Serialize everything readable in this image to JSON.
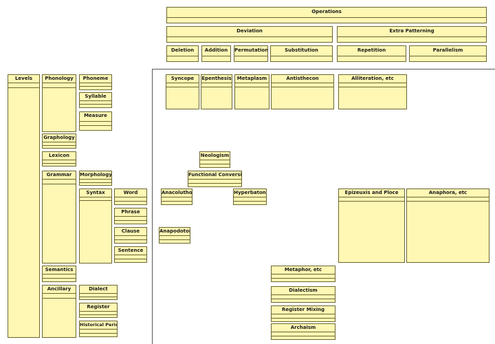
{
  "operations": {
    "title": "Operations",
    "groups": {
      "deviation": "Deviation",
      "extra_patterning": "Extra Patterning"
    },
    "deviation_items": [
      "Deletion",
      "Addition",
      "Permutation",
      "Substitution"
    ],
    "extra_patterning_items": [
      "Repetition",
      "Parallelism"
    ]
  },
  "levels": {
    "title": "Levels",
    "phonology": "Phonology",
    "phoneme": "Phoneme",
    "syllable": "Syllable",
    "measure": "Measure",
    "graphology": "Graphology",
    "lexicon": "Lexicon",
    "grammar": "Grammar",
    "morphology": "Morphology",
    "syntax": "Syntax",
    "word": "Word",
    "phrase": "Phrase",
    "clause": "Clause",
    "sentence": "Sentence",
    "semantics": "Semantics",
    "ancillary": "Ancillary",
    "dialect": "Dialect",
    "register": "Register",
    "historical_period": "Historical Period"
  },
  "figures": {
    "syncope": "Syncope",
    "epenthesis": "Epenthesis",
    "metaplasm": "Metaplasm",
    "antisthecon": "Antisthecon",
    "alliteration": "Alliteration, etc",
    "neologism": "Neologism",
    "functional_conversion": "Functional Conversion",
    "anacoluthon": "Anacoluthon",
    "hyperbaton": "Hyperbaton",
    "epizeuxis": "Epizeuxis and Ploce",
    "anaphora": "Anaphora, etc",
    "anapodoton": "Anapodoton",
    "metaphor": "Metaphor, etc",
    "dialectism": "Dialectism",
    "register_mixing": "Register Mixing",
    "archaism": "Archaism"
  }
}
